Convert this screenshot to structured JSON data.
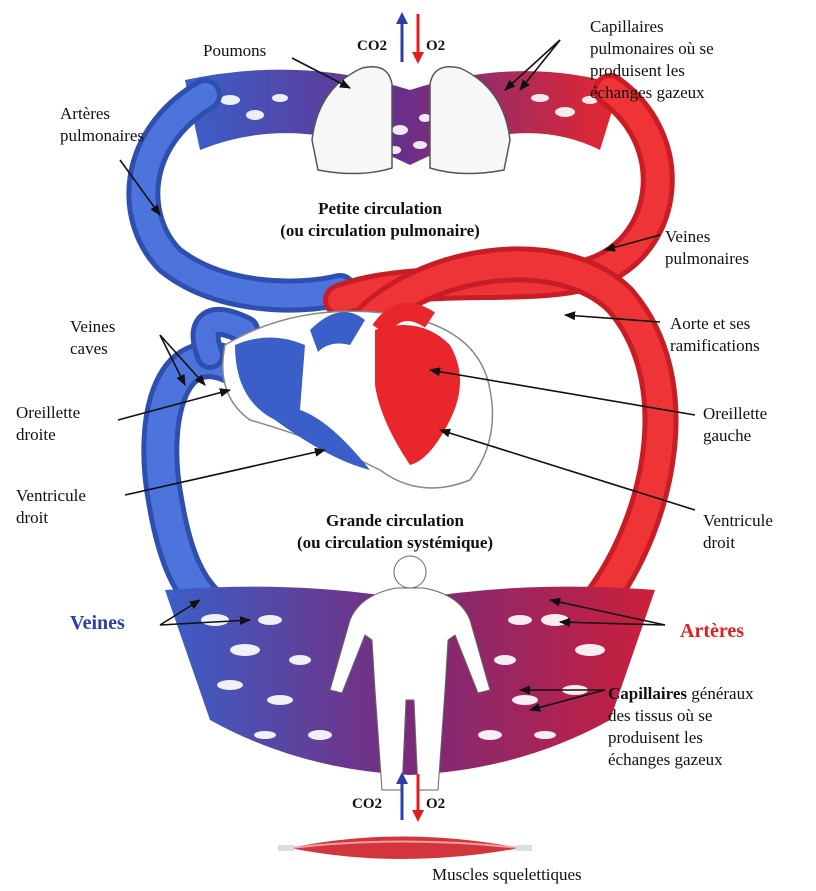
{
  "labels": {
    "poumons": "Poumons",
    "capillaires_pulmonaires": [
      "Capillaires",
      "pulmonaires où se",
      "produisent les",
      "échanges gazeux"
    ],
    "arteres_pulmonaires": [
      "Artères",
      "pulmonaires"
    ],
    "petite_circulation": [
      "Petite circulation",
      "(ou circulation pulmonaire)"
    ],
    "veines_pulmonaires": [
      "Veines",
      "pulmonaires"
    ],
    "veines_caves": [
      "Veines",
      "caves"
    ],
    "aorte": [
      "Aorte et ses",
      "ramifications"
    ],
    "oreillette_droite": [
      "Oreillette",
      "droite"
    ],
    "oreillette_gauche": [
      "Oreillette",
      "gauche"
    ],
    "ventricule_droit_left": [
      "Ventricule",
      "droit"
    ],
    "ventricule_droit_right": [
      "Ventricule",
      "droit"
    ],
    "grande_circulation": [
      "Grande circulation",
      "(ou circulation systémique)"
    ],
    "veines": "Veines",
    "arteres": "Artères",
    "capillaires_generaux_bold": "Capillaires",
    "capillaires_generaux_rest": " généraux",
    "capillaires_generaux_lines": [
      "des tissus où se",
      "produisent les",
      "échanges gazeux"
    ],
    "muscles": "Muscles squelettiques",
    "gas_top": {
      "co2": "CO2",
      "o2": "O2"
    },
    "gas_bottom": {
      "co2": "CO2",
      "o2": "O2"
    }
  },
  "colors": {
    "venous_blue": "#3a5fc8",
    "arterial_red": "#e8262b",
    "capillary_purple": "#7a2a8a",
    "veines_label": "#2a3fa8",
    "arteres_label": "#e01e1e"
  }
}
